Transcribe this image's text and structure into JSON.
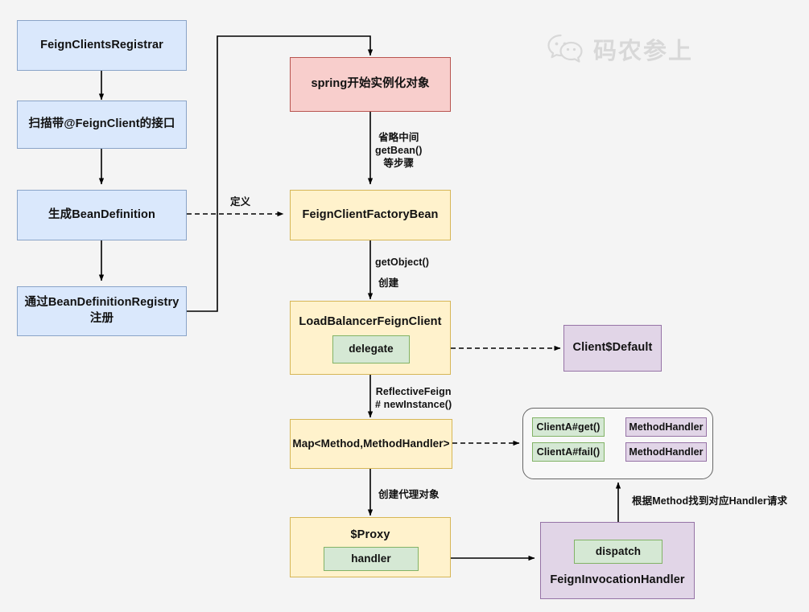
{
  "diagram": {
    "title": "Spring Cloud Feign client creation flow",
    "watermark": {
      "icon": "wechat-icon",
      "text": "码农参上"
    },
    "colors": {
      "blue_fill": "#dae8fc",
      "blue_stroke": "#8aa4c8",
      "red_fill": "#f8cecc",
      "red_stroke": "#b85450",
      "yellow_fill": "#fff2cc",
      "yellow_stroke": "#d6b656",
      "green_fill": "#d5e8d4",
      "green_stroke": "#82b366",
      "purple_fill": "#e1d5e7",
      "purple_stroke": "#9673a6",
      "background": "#f4f4f4",
      "edge": "#000000"
    },
    "nodes": {
      "feign_clients_registrar": "FeignClientsRegistrar",
      "scan_feign_client": "扫描带@FeignClient的接口",
      "generate_bean_definition": "生成BeanDefinition",
      "register_bean_definition": "通过BeanDefinitionRegistry\n注册",
      "spring_instantiate": "spring开始实例化对象",
      "feign_client_factory_bean": "FeignClientFactoryBean",
      "load_balancer_feign_client": "LoadBalancerFeignClient",
      "delegate": "delegate",
      "client_default": "Client$Default",
      "method_handler_map": "Map<Method,MethodHandler>",
      "client_a_get": "ClientA#get()",
      "client_a_fail": "ClientA#fail()",
      "method_handler_get": "MethodHandler",
      "method_handler_fail": "MethodHandler",
      "proxy": "$Proxy",
      "handler": "handler",
      "dispatch": "dispatch",
      "feign_invocation_handler": "FeignInvocationHandler"
    },
    "edge_labels": {
      "define": "定义",
      "omit_getbean": "省略中间\ngetBean()\n等步骤",
      "get_object": "getObject()",
      "create": "创建",
      "reflective_feign": "ReflectiveFeign\n# newInstance()",
      "create_proxy_object": "创建代理对象",
      "find_handler_by_method": "根据Method找到对应Handler请求"
    }
  }
}
